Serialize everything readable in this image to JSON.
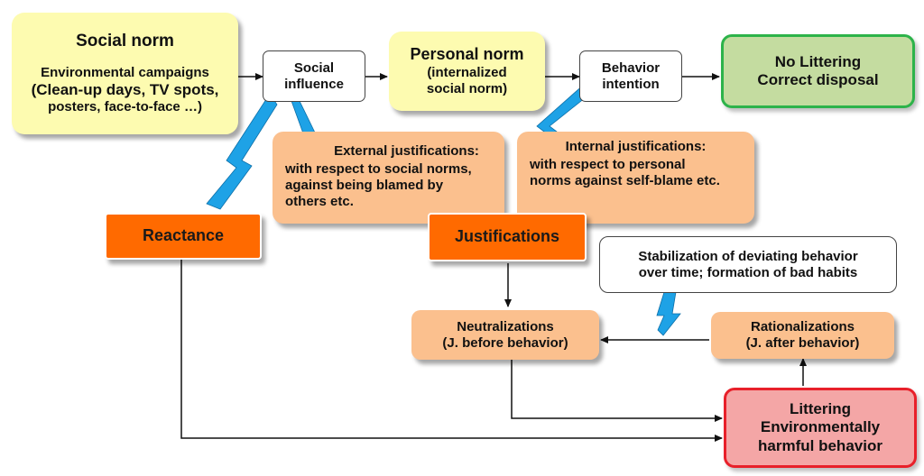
{
  "social_norm": {
    "title": "Social norm",
    "lines": [
      "Environmental campaigns",
      "(Clean-up days, TV spots,",
      "posters, face-to-face …)"
    ]
  },
  "social_influence": {
    "lines": [
      "Social",
      "influence"
    ]
  },
  "personal_norm": {
    "title": "Personal norm",
    "lines": [
      "(internalized",
      "social norm)"
    ]
  },
  "behavior_intention": {
    "lines": [
      "Behavior",
      "intention"
    ]
  },
  "no_littering": {
    "lines": [
      "No Littering",
      "Correct disposal"
    ]
  },
  "external_justifications": {
    "title": "External justifications:",
    "lines": [
      "with respect to social norms,",
      "against being blamed by",
      "others etc."
    ]
  },
  "internal_justifications": {
    "title": "Internal justifications:",
    "lines": [
      "with respect to personal",
      "norms against self-blame etc."
    ]
  },
  "reactance": {
    "label": "Reactance"
  },
  "justifications": {
    "label": "Justifications"
  },
  "stabilization": {
    "lines": [
      "Stabilization of deviating behavior",
      "over time; formation of bad habits"
    ]
  },
  "neutralizations": {
    "lines": [
      "Neutralizations",
      "(J. before behavior)"
    ]
  },
  "rationalizations": {
    "lines": [
      "Rationalizations",
      "(J. after behavior)"
    ]
  },
  "littering": {
    "lines": [
      "Littering",
      "Environmentally",
      "harmful behavior"
    ]
  },
  "colors": {
    "yellow_fill": "#fdfbb0",
    "green_fill": "#c4dca0",
    "green_border": "#2db34a",
    "red_fill": "#f4a6a6",
    "red_border": "#e8202a",
    "peach_fill": "#fbc08e",
    "orange_fill": "#ff6a00",
    "bolt_fill": "#1ea2e6"
  }
}
